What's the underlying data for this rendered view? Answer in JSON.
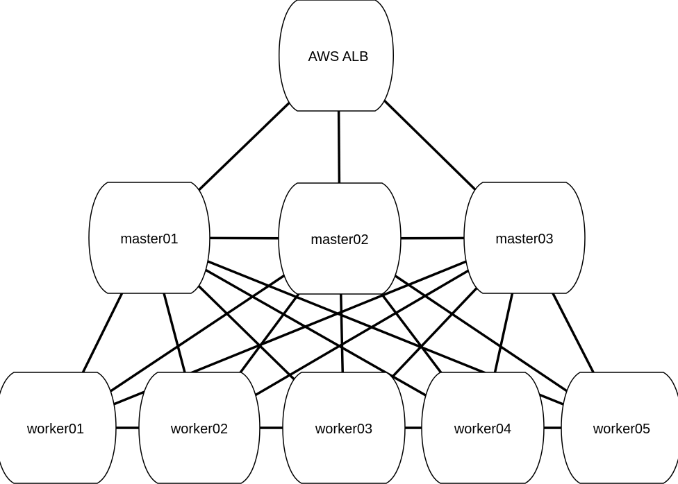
{
  "diagram": {
    "nodes": [
      {
        "id": "alb",
        "label": "AWS ALB"
      },
      {
        "id": "m1",
        "label": "master01"
      },
      {
        "id": "m2",
        "label": "master02"
      },
      {
        "id": "m3",
        "label": "master03"
      },
      {
        "id": "w1",
        "label": "worker01"
      },
      {
        "id": "w2",
        "label": "worker02"
      },
      {
        "id": "w3",
        "label": "worker03"
      },
      {
        "id": "w4",
        "label": "worker04"
      },
      {
        "id": "w5",
        "label": "worker05"
      }
    ],
    "edges": [
      [
        "alb",
        "m1"
      ],
      [
        "alb",
        "m2"
      ],
      [
        "alb",
        "m3"
      ],
      [
        "m1",
        "m2"
      ],
      [
        "m2",
        "m3"
      ],
      [
        "m1",
        "w1"
      ],
      [
        "m1",
        "w2"
      ],
      [
        "m1",
        "w3"
      ],
      [
        "m1",
        "w4"
      ],
      [
        "m1",
        "w5"
      ],
      [
        "m2",
        "w1"
      ],
      [
        "m2",
        "w2"
      ],
      [
        "m2",
        "w3"
      ],
      [
        "m2",
        "w4"
      ],
      [
        "m2",
        "w5"
      ],
      [
        "m3",
        "w1"
      ],
      [
        "m3",
        "w2"
      ],
      [
        "m3",
        "w3"
      ],
      [
        "m3",
        "w4"
      ],
      [
        "m3",
        "w5"
      ],
      [
        "w1",
        "w2"
      ],
      [
        "w2",
        "w3"
      ],
      [
        "w3",
        "w4"
      ],
      [
        "w4",
        "w5"
      ]
    ],
    "colors": {
      "stroke": "#000000",
      "fill": "#ffffff",
      "background": "#ffffff"
    }
  }
}
